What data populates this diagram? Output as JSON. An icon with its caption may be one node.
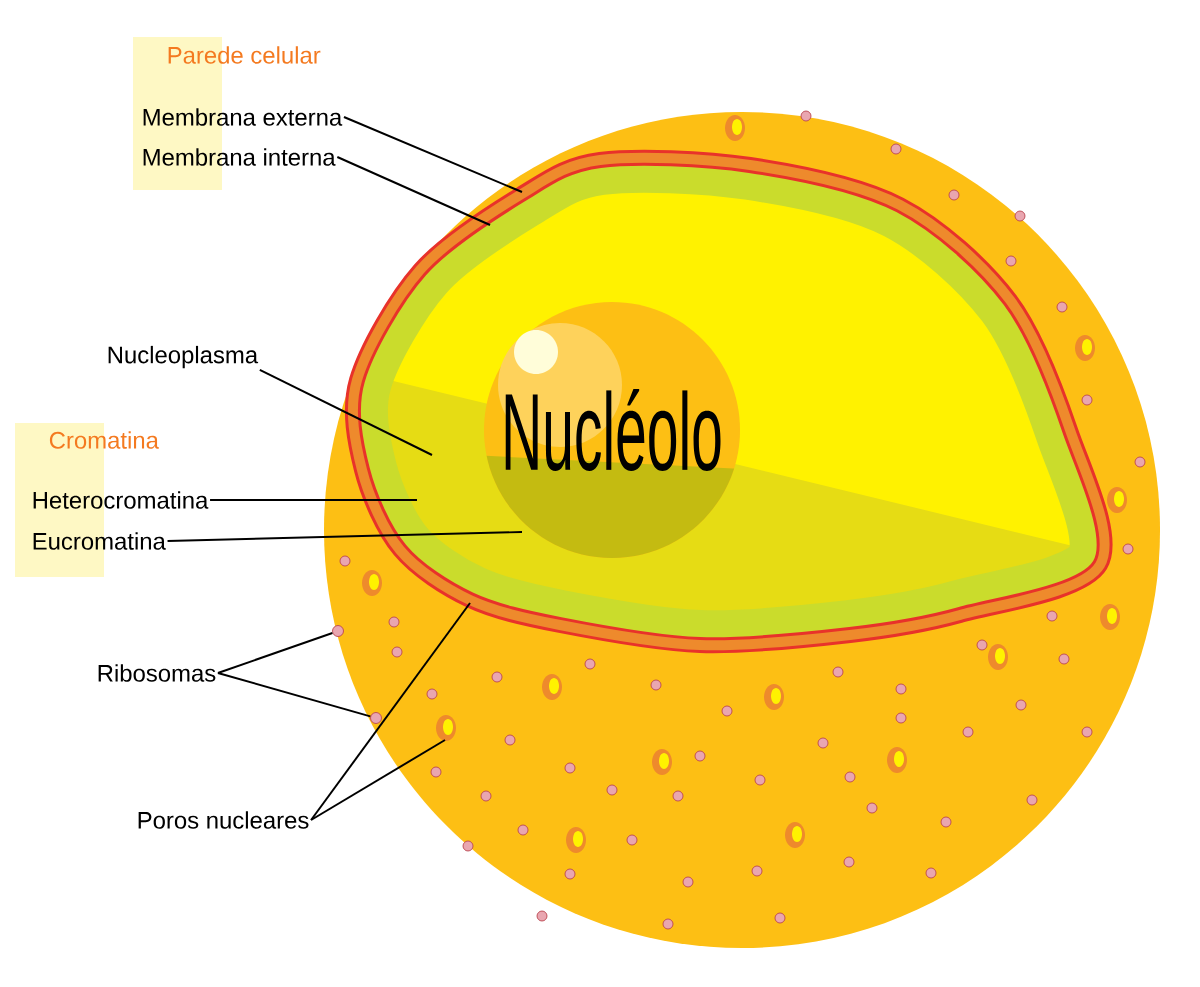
{
  "diagram": {
    "nodes": [
      {
        "text": [
          "Membrana externa"
        ]
      },
      {
        "text": [
          "Membrana interna"
        ]
      },
      {
        "text": [
          "Nucleoplasma"
        ]
      },
      {
        "text": [
          "Heterocromatina"
        ]
      },
      {
        "text": [
          "Eucromatina"
        ]
      },
      {
        "text": [
          "Ribosomas"
        ]
      },
      {
        "text": [
          "Poros nucleares"
        ]
      },
      {
        "text": [
          "Nucléolo"
        ]
      },
      {
        "text": [],
        "shape": "circle"
      },
      {
        "text": [],
        "shape": "circle"
      }
    ],
    "edges": [
      {
        "from": 0,
        "to": null,
        "arrow": "none"
      },
      {
        "from": 1,
        "to": null,
        "arrow": "none"
      },
      {
        "from": 2,
        "to": null,
        "arrow": "none"
      },
      {
        "from": 3,
        "to": null,
        "arrow": "none"
      },
      {
        "from": 4,
        "to": null,
        "arrow": "none"
      },
      {
        "from": 5,
        "to": 8,
        "arrow": "none"
      },
      {
        "from": 5,
        "to": 9,
        "arrow": "none"
      },
      {
        "from": 6,
        "to": null,
        "arrow": "none"
      },
      {
        "from": 6,
        "to": null,
        "arrow": "none"
      }
    ],
    "labels": [
      "Parede celular",
      "Cromatina"
    ]
  }
}
